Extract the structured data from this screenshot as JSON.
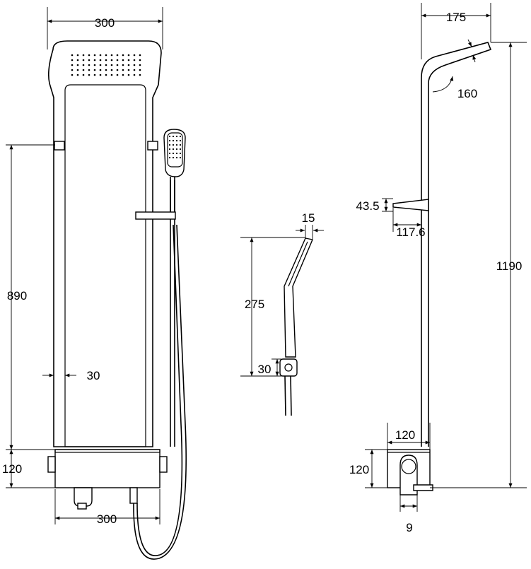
{
  "dimensions": {
    "front_top_width": "300",
    "front_height": "890",
    "front_frame_width": "30",
    "front_base_height": "120",
    "front_bottom_width": "300",
    "handset_width": "15",
    "handset_length": "275",
    "handset_holder": "30",
    "side_arm_reach": "175",
    "side_arm_angle": "160",
    "side_shelf_height": "43.5",
    "side_shelf_depth": "117.6",
    "side_total_height": "1190",
    "side_base_width": "120",
    "side_base_height": "120",
    "side_outlet": "9"
  },
  "colors": {
    "line": "#000000",
    "background": "#ffffff"
  }
}
